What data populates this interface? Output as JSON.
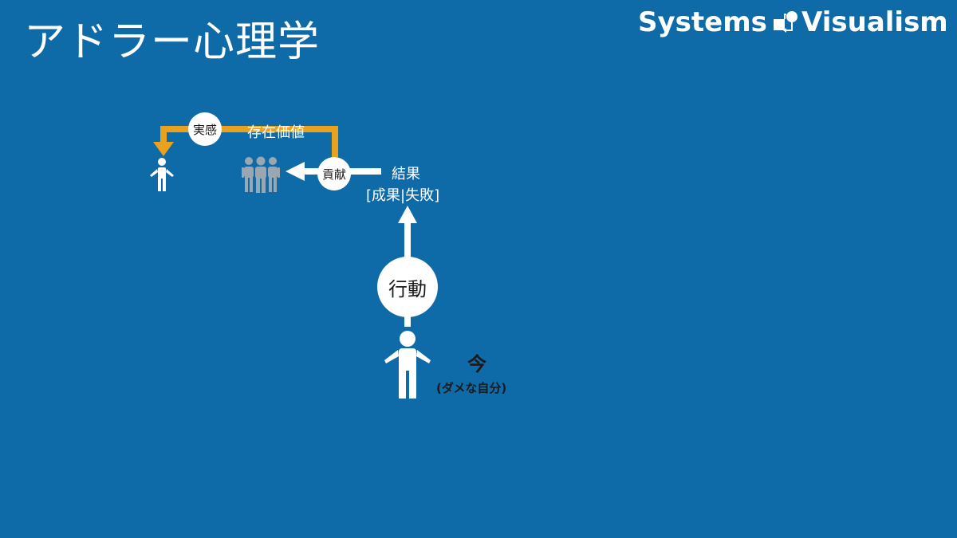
{
  "header": {
    "title": "アドラー心理学",
    "brand_left": "Systems",
    "brand_right": "Visualism"
  },
  "diagram": {
    "now_label": "今",
    "now_sub": "(ダメな自分)",
    "action_label": "行動",
    "result_line1": "結果",
    "result_line2": "[成果|失敗]",
    "contribution_label": "貢献",
    "existence_value_label": "存在価値",
    "feeling_label": "実感"
  },
  "colors": {
    "background": "#0f6aa8",
    "arrow_white": "#ffffff",
    "arrow_orange": "#e8a21f",
    "group_gray": "#9aa7b2",
    "text_dark": "#1a1a1a"
  }
}
